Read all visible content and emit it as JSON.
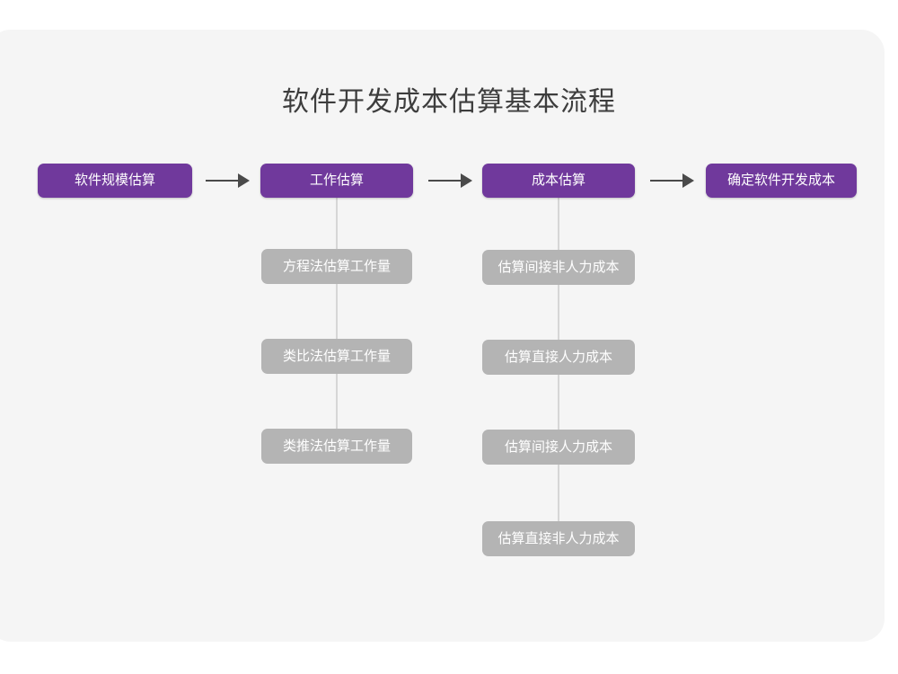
{
  "page": {
    "title": "软件开发成本估算基本流程",
    "background_color": "#ffffff",
    "card_color": "#f5f5f5",
    "accent_color": "#70399c",
    "sub_box_color": "#b4b4b4",
    "connector_color": "#d6d6d6",
    "arrow_color": "#4a4a4a",
    "title_color": "#3d3d3d"
  },
  "chart_data": {
    "type": "diagram",
    "title": "软件开发成本估算基本流程",
    "orientation": "horizontal-with-vertical-branches",
    "stages": [
      {
        "id": "stage-1",
        "label": "软件规模估算",
        "children": []
      },
      {
        "id": "stage-2",
        "label": "工作估算",
        "children": [
          "方程法估算工作量",
          "类比法估算工作量",
          "类推法估算工作量"
        ]
      },
      {
        "id": "stage-3",
        "label": "成本估算",
        "children": [
          "估算间接非人力成本",
          "估算直接人力成本",
          "估算间接人力成本",
          "估算直接非人力成本"
        ]
      },
      {
        "id": "stage-4",
        "label": "确定软件开发成本",
        "children": []
      }
    ],
    "connectors": [
      {
        "from": "stage-1",
        "to": "stage-2",
        "style": "arrow-right"
      },
      {
        "from": "stage-2",
        "to": "stage-3",
        "style": "arrow-right"
      },
      {
        "from": "stage-3",
        "to": "stage-4",
        "style": "arrow-right"
      }
    ],
    "arrow_glyph": "⟶"
  },
  "flow": {
    "stage_1": {
      "label": "软件规模估算"
    },
    "stage_2": {
      "label": "工作估算"
    },
    "stage_3": {
      "label": "成本估算"
    },
    "stage_4": {
      "label": "确定软件开发成本"
    },
    "branch_a": {
      "item_1": "方程法估算工作量",
      "item_2": "类比法估算工作量",
      "item_3": "类推法估算工作量"
    },
    "branch_b": {
      "item_1": "估算间接非人力成本",
      "item_2": "估算直接人力成本",
      "item_3": "估算间接人力成本",
      "item_4": "估算直接非人力成本"
    }
  }
}
